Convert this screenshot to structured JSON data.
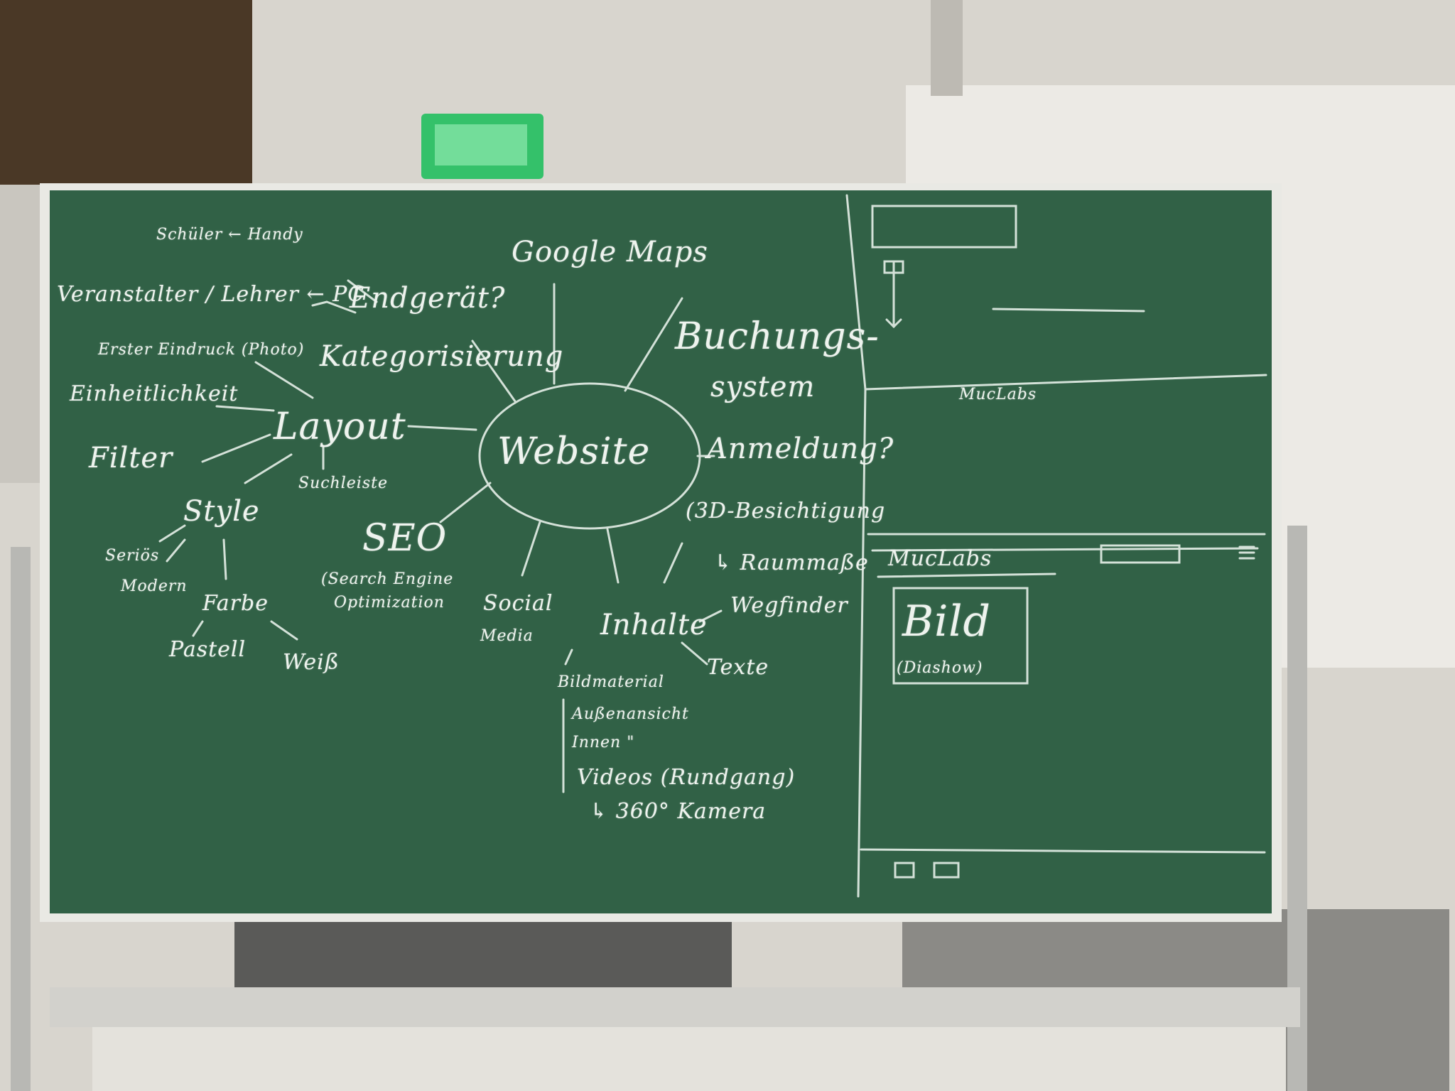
{
  "colors": {
    "board": "#2e5e43",
    "chalk": "#eef3ee",
    "wall": "#d9d6cf",
    "exit_sign": "#34c16a",
    "frame": "#e9e9e4"
  },
  "mindmap": {
    "center": "Website",
    "google_maps": "Google Maps",
    "endgeraet": "Endgerät?",
    "schueler_handy": "Schüler ← Handy",
    "veranstalter_pc": "Veranstalter / Lehrer ← PC",
    "kategorisierung": "Kategorisierung",
    "erster_eindruck": "Erster Eindruck (Photo)",
    "einheitlichkeit": "Einheitlichkeit",
    "layout": "Layout",
    "filter": "Filter",
    "suchleiste": "Suchleiste",
    "style": "Style",
    "serioes": "Seriös",
    "modern": "Modern",
    "farbe": "Farbe",
    "pastell": "Pastell",
    "weiss": "Weiß",
    "seo": "SEO",
    "seo_full_1": "(Search Engine",
    "seo_full_2": "Optimization",
    "social": "Social",
    "media": "Media",
    "inhalte": "Inhalte",
    "bildmaterial": "Bildmaterial",
    "aussenansicht": "Außenansicht",
    "innen": "Innen \"",
    "videos": "Videos (Rundgang)",
    "kamera": "↳ 360° Kamera",
    "texte": "Texte",
    "wegfinder": "Wegfinder",
    "buchungs": "Buchungs-",
    "system": "system",
    "anmeldung": "Anmeldung?",
    "besichtigung": "(3D-Besichtigung",
    "raummasse": "↳ Raummaße"
  },
  "wireframe": {
    "brand_1": "MucLabs",
    "brand_2": "MucLabs",
    "bild": "Bild",
    "diashow": "(Diashow)"
  }
}
